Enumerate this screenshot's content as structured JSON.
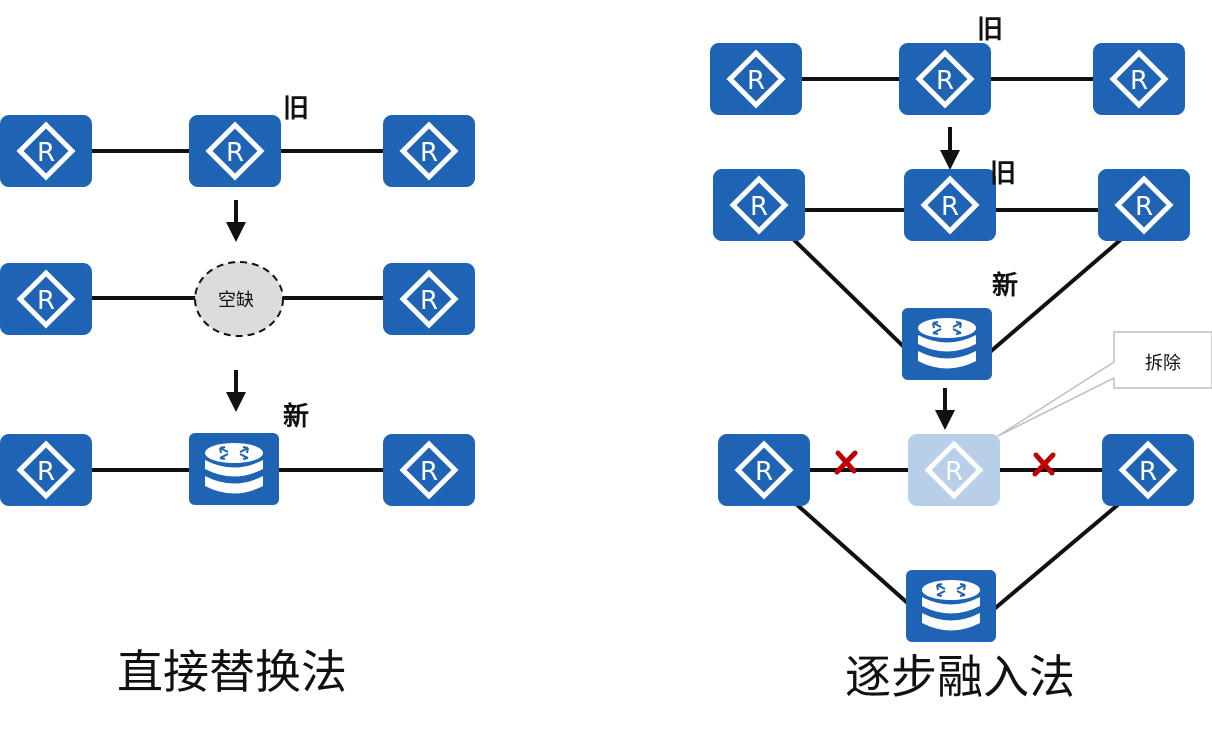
{
  "colors": {
    "device": "#1f64b4",
    "device_faded": "#b7cfe9",
    "link": "#111111",
    "arrow": "#111111",
    "gap_fill": "#dcdcdc",
    "cross": "#c00000",
    "callout_border": "#bfbfbf"
  },
  "icons": {
    "router": "router-r-icon",
    "switch": "switch-drum-icon"
  },
  "labels": {
    "old": "旧",
    "new": "新",
    "gap": "空缺",
    "remove": "拆除"
  },
  "titles": {
    "left": "直接替换法",
    "right": "逐步融入法"
  }
}
